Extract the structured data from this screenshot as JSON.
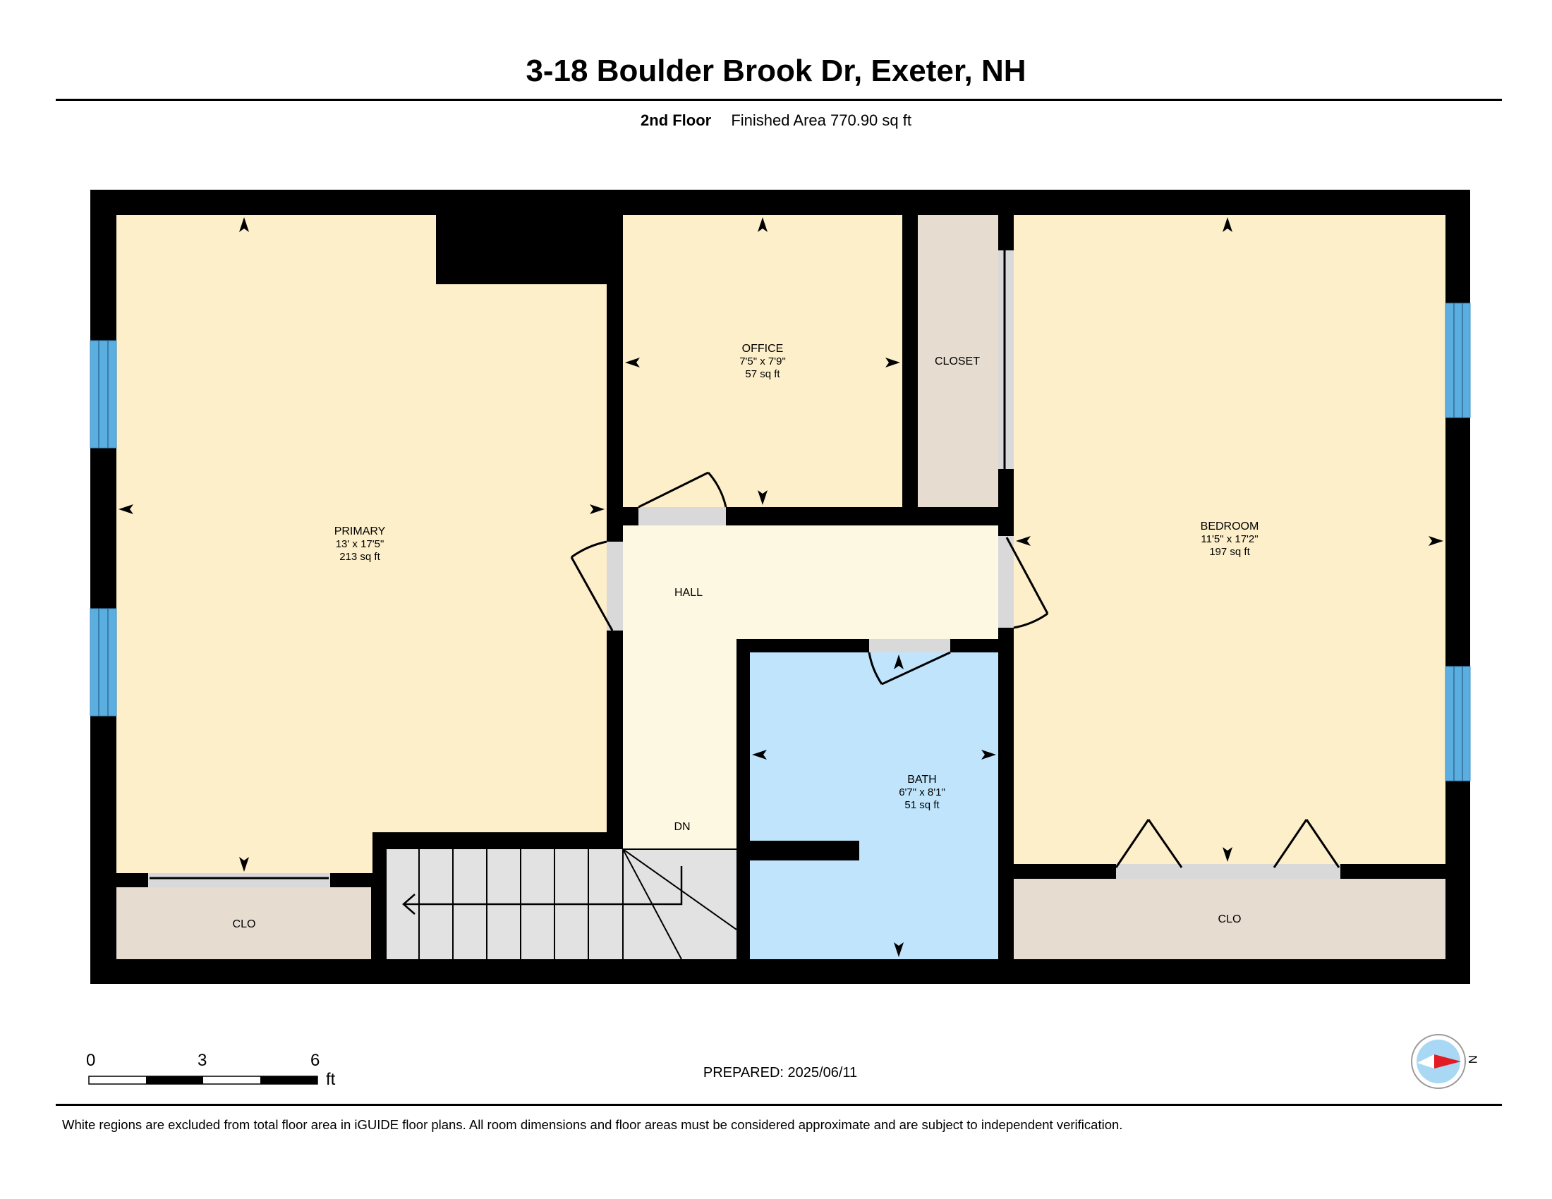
{
  "header": {
    "title": "3-18 Boulder Brook Dr, Exeter, NH",
    "floor": "2nd Floor",
    "area": "Finished Area 770.90 sq ft"
  },
  "rooms": {
    "primary": {
      "name": "PRIMARY",
      "dims": "13' x 17'5\"",
      "area": "213 sq ft"
    },
    "office": {
      "name": "OFFICE",
      "dims": "7'5\" x 7'9\"",
      "area": "57 sq ft"
    },
    "closet": {
      "name": "CLOSET"
    },
    "bedroom": {
      "name": "BEDROOM",
      "dims": "11'5\" x 17'2\"",
      "area": "197 sq ft"
    },
    "hall": {
      "name": "HALL"
    },
    "stairs": {
      "name": "DN"
    },
    "bath": {
      "name": "BATH",
      "dims": "6'7\" x 8'1\"",
      "area": "51 sq ft"
    },
    "clo_left": {
      "name": "CLO"
    },
    "clo_right": {
      "name": "CLO"
    }
  },
  "scale": {
    "ticks": [
      "0",
      "3",
      "6"
    ],
    "unit": "ft"
  },
  "compass": {
    "label": "N"
  },
  "footer": {
    "prepared": "PREPARED: 2025/06/11",
    "disclaimer": "White regions are excluded from total floor area in iGUIDE floor plans. All room dimensions and floor areas must be considered approximate and are subject to independent verification."
  },
  "colors": {
    "room": "#fdefc9",
    "hall": "#fdf8e2",
    "bath": "#bfe4fb",
    "closet": "#e6ddd0",
    "stairs": "#e2e2e2",
    "window": "#5aaee0",
    "wall": "#000000"
  }
}
